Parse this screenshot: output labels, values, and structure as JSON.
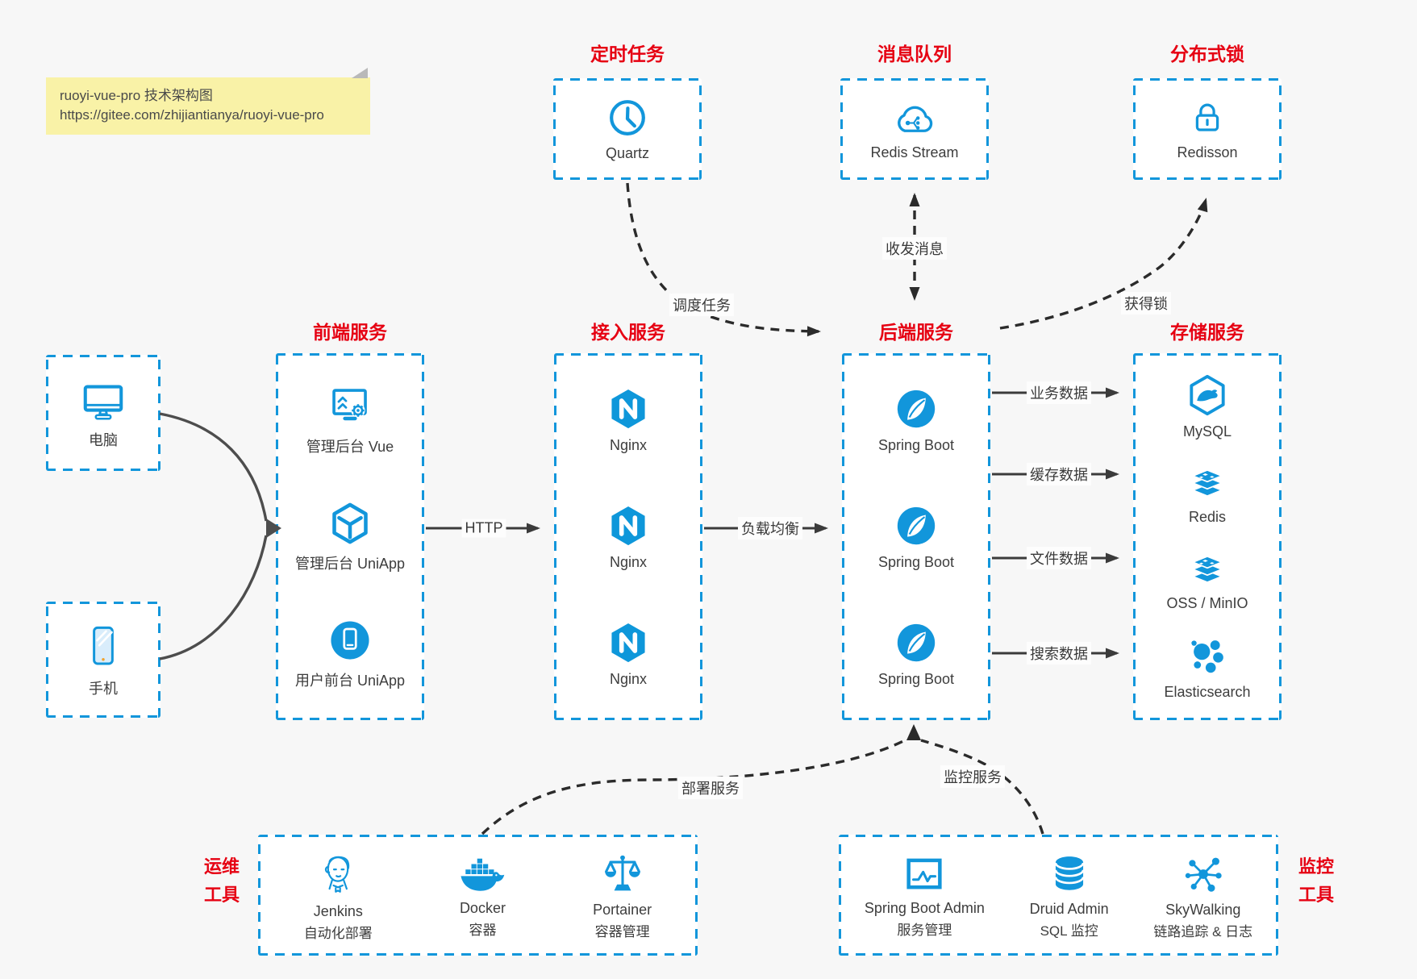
{
  "note": {
    "title": "ruoyi-vue-pro 技术架构图",
    "url": "https://gitee.com/zhijiantianya/ruoyi-vue-pro"
  },
  "colors": {
    "accent_blue": "#1296db",
    "accent_red": "#e60012",
    "background": "#f7f7f7",
    "box_fill": "#ffffff",
    "solid_arrow": "#3b3b3b",
    "dashed_arrow": "#2b2b2b",
    "note_yellow": "#f9f2a7"
  },
  "groups": {
    "scheduler": {
      "title": "定时任务",
      "item": {
        "label": "Quartz",
        "icon": "clock-icon"
      }
    },
    "mq": {
      "title": "消息队列",
      "item": {
        "label": "Redis Stream",
        "icon": "cloud-stream-icon"
      }
    },
    "lock": {
      "title": "分布式锁",
      "item": {
        "label": "Redisson",
        "icon": "padlock-icon"
      }
    },
    "clients": {
      "pc": {
        "label": "电脑",
        "icon": "desktop-icon"
      },
      "mobile": {
        "label": "手机",
        "icon": "smartphone-icon"
      }
    },
    "frontend": {
      "title": "前端服务",
      "items": [
        {
          "label": "管理后台 Vue",
          "icon": "admin-dashboard-icon"
        },
        {
          "label": "管理后台 UniApp",
          "icon": "cube-icon"
        },
        {
          "label": "用户前台 UniApp",
          "icon": "mobile-app-icon"
        }
      ]
    },
    "gateway": {
      "title": "接入服务",
      "items": [
        {
          "label": "Nginx",
          "icon": "nginx-icon"
        },
        {
          "label": "Nginx",
          "icon": "nginx-icon"
        },
        {
          "label": "Nginx",
          "icon": "nginx-icon"
        }
      ]
    },
    "backend": {
      "title": "后端服务",
      "items": [
        {
          "label": "Spring Boot",
          "icon": "spring-icon"
        },
        {
          "label": "Spring Boot",
          "icon": "spring-icon"
        },
        {
          "label": "Spring Boot",
          "icon": "spring-icon"
        }
      ]
    },
    "storage": {
      "title": "存储服务",
      "items": [
        {
          "label": "MySQL",
          "icon": "mysql-icon"
        },
        {
          "label": "Redis",
          "icon": "redis-stack-icon"
        },
        {
          "label": "OSS / MinIO",
          "icon": "storage-stack-icon"
        },
        {
          "label": "Elasticsearch",
          "icon": "elasticsearch-icon"
        }
      ]
    },
    "ops": {
      "title_line1": "运维",
      "title_line2": "工具",
      "items": [
        {
          "name": "Jenkins",
          "desc": "自动化部署",
          "icon": "jenkins-icon"
        },
        {
          "name": "Docker",
          "desc": "容器",
          "icon": "docker-whale-icon"
        },
        {
          "name": "Portainer",
          "desc": "容器管理",
          "icon": "scales-icon"
        }
      ]
    },
    "monitoring": {
      "title_line1": "监控",
      "title_line2": "工具",
      "items": [
        {
          "name": "Spring Boot Admin",
          "desc": "服务管理",
          "icon": "pulse-monitor-icon"
        },
        {
          "name": "Druid Admin",
          "desc": "SQL 监控",
          "icon": "database-icon"
        },
        {
          "name": "SkyWalking",
          "desc": "链路追踪 & 日志",
          "icon": "topology-icon"
        }
      ]
    }
  },
  "edges": {
    "http": "HTTP",
    "load_balance": "负载均衡",
    "business_data": "业务数据",
    "cache_data": "缓存数据",
    "file_data": "文件数据",
    "search_data": "搜索数据",
    "schedule_task": "调度任务",
    "send_receive_message": "收发消息",
    "acquire_lock": "获得锁",
    "deploy_service": "部署服务",
    "monitor_service": "监控服务"
  }
}
